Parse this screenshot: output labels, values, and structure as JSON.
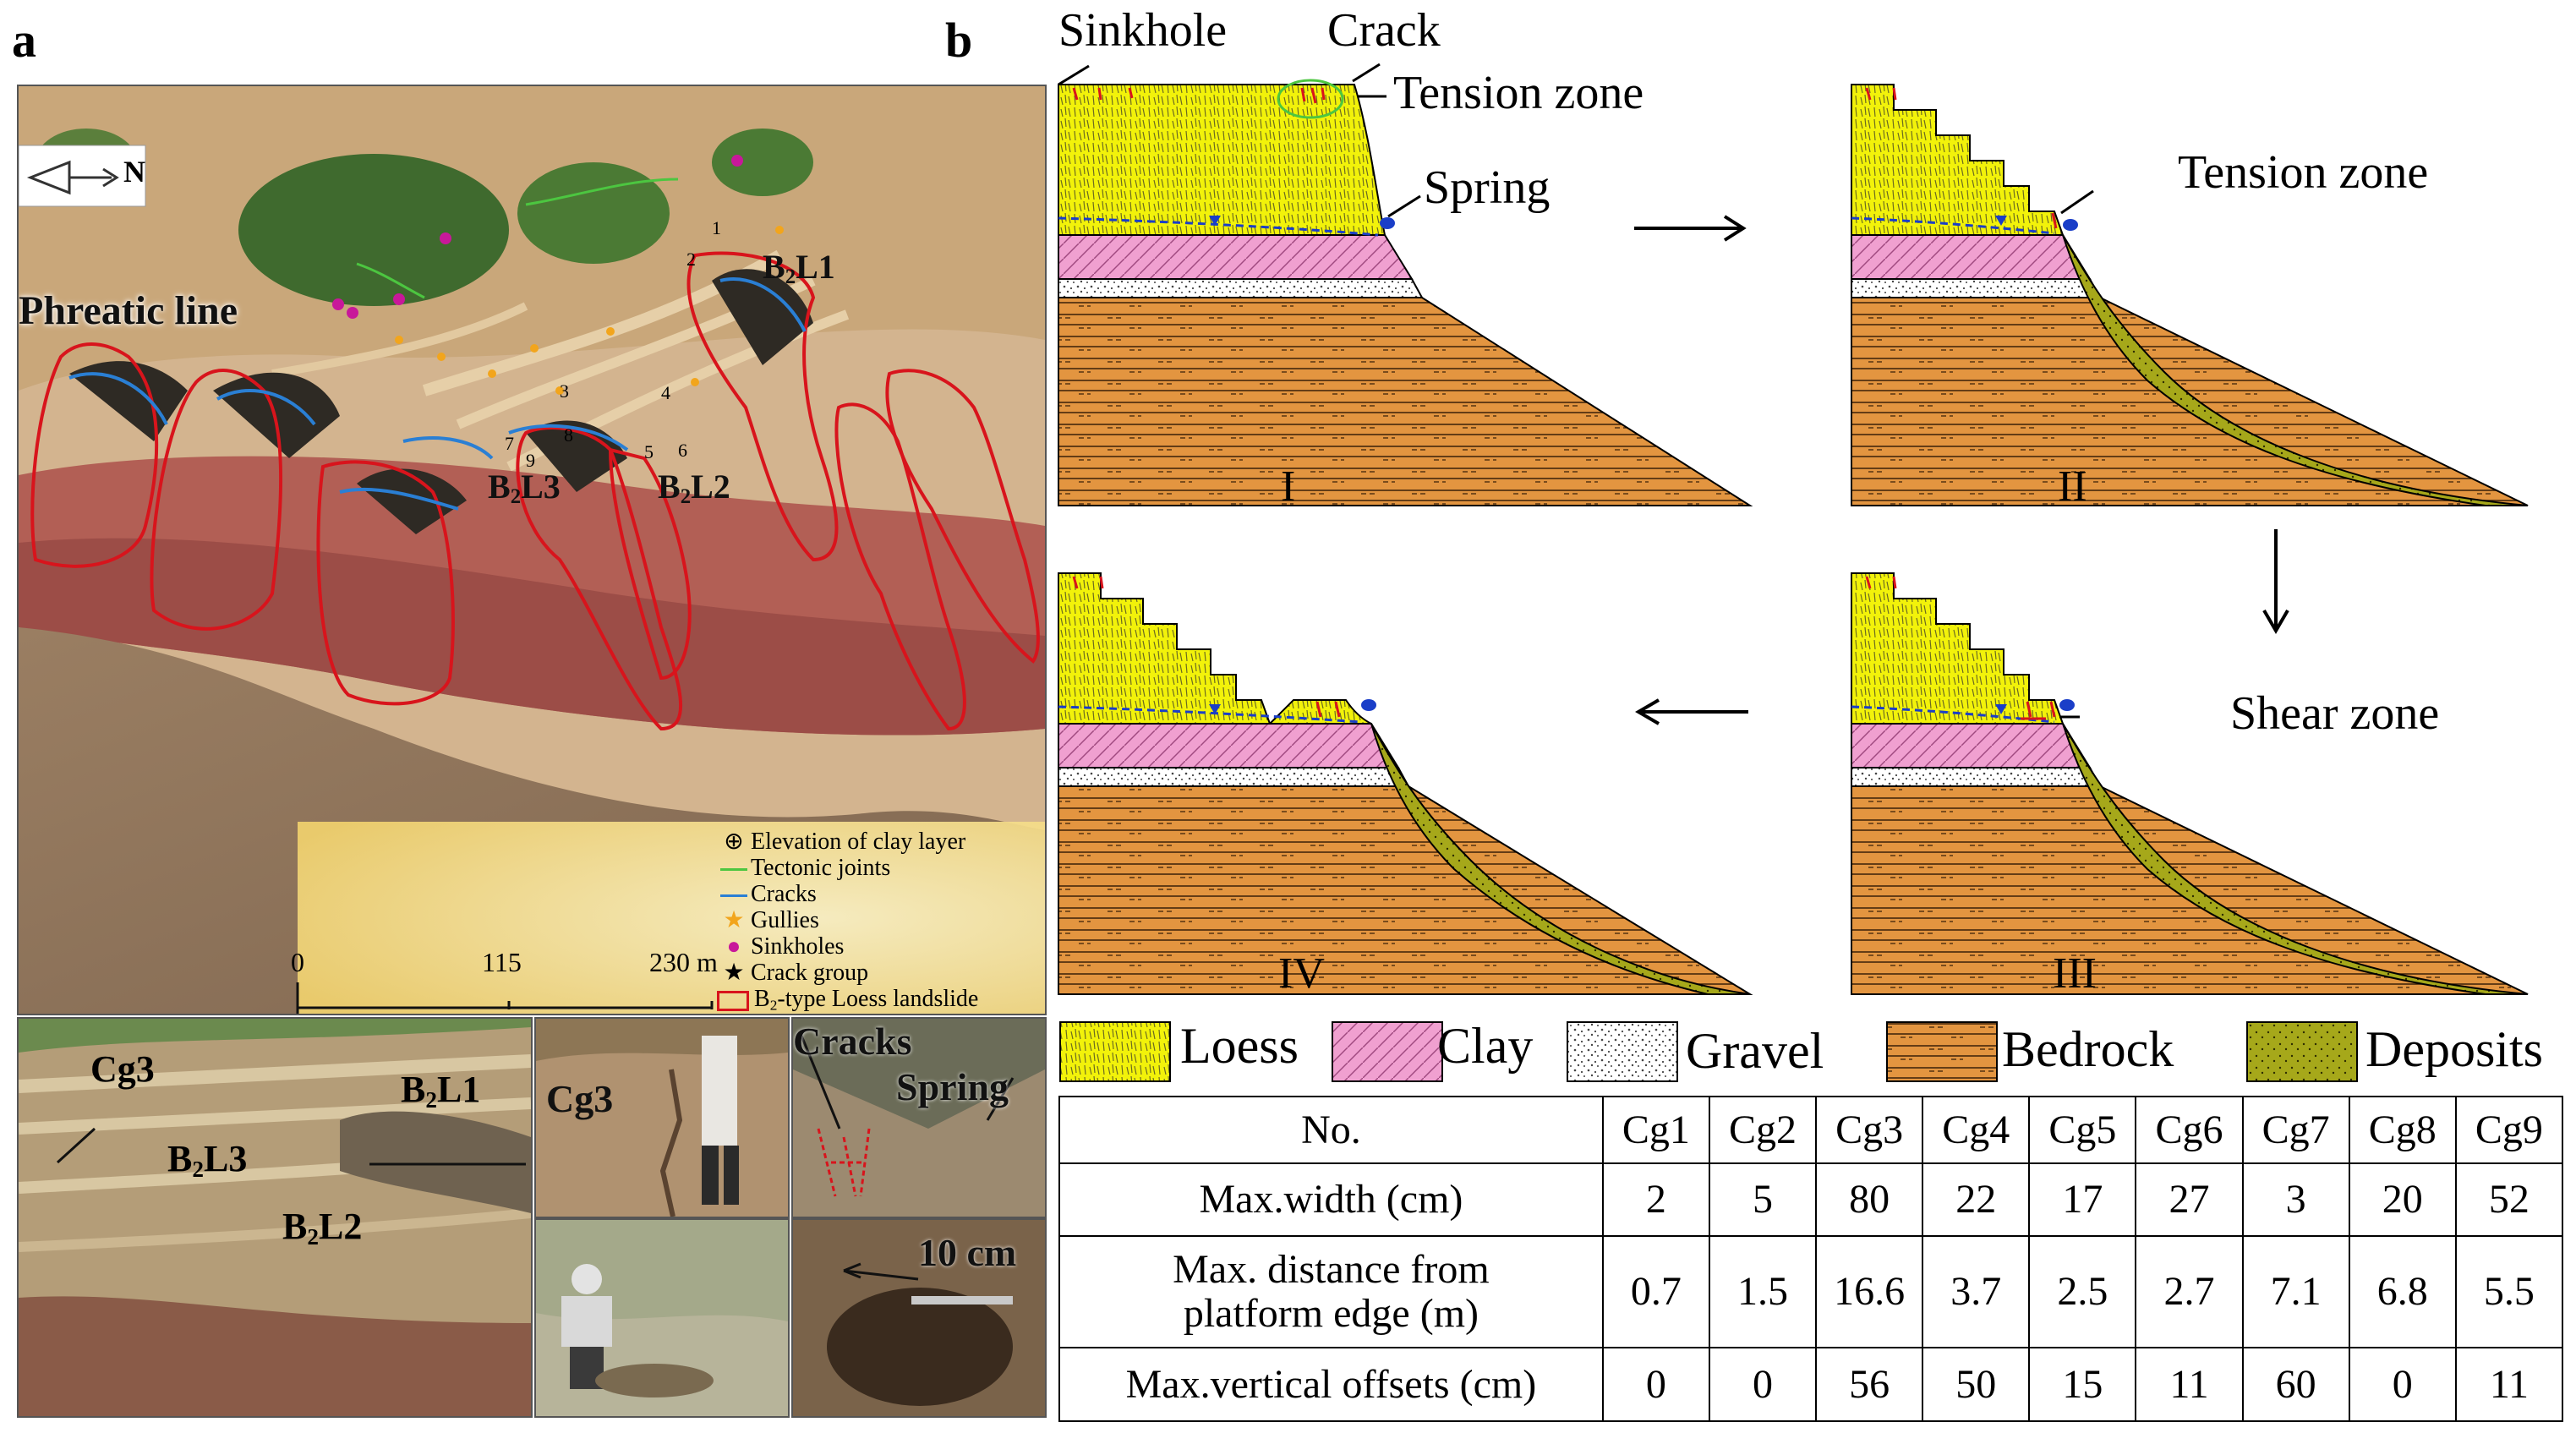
{
  "panel_a": {
    "letter": "a",
    "map_labels": {
      "phreatic_line": "Phreatic line",
      "b2l1": "B",
      "b2l1_sub": "2",
      "b2l1_rest": "L1",
      "b2l2": "B",
      "b2l2_sub": "2",
      "b2l2_rest": "L2",
      "b2l3": "B",
      "b2l3_sub": "2",
      "b2l3_rest": "L3",
      "north": "N",
      "crack_nums": [
        "1",
        "2",
        "3",
        "4",
        "5",
        "6",
        "7",
        "8",
        "9"
      ]
    },
    "legend": [
      {
        "symbol": "circle-cross",
        "label": "Elevation of clay layer"
      },
      {
        "symbol": "green-line",
        "label": "Tectonic joints"
      },
      {
        "symbol": "blue-line",
        "label": "Cracks"
      },
      {
        "symbol": "orange-star",
        "label": "Gullies"
      },
      {
        "symbol": "magenta-dot",
        "label": "Sinkholes"
      },
      {
        "symbol": "black-star",
        "label": "Crack group"
      },
      {
        "symbol": "red-box",
        "label": "B",
        "label_sub": "2",
        "label_rest": "-type Loess landslide"
      }
    ],
    "scale": {
      "ticks": [
        "0",
        "115",
        "230 m"
      ]
    },
    "photos": {
      "cg3_top": "Cg3",
      "b2l1": "B",
      "b2l3": "B",
      "b2l2": "B",
      "sub": "2",
      "l1": "L1",
      "l3": "L3",
      "l2": "L2",
      "cg3_photo": "Cg3",
      "cracks": "Cracks",
      "spring": "Spring",
      "ten_cm": "10 cm"
    }
  },
  "panel_b": {
    "letter": "b",
    "annotations": {
      "sinkhole": "Sinkhole",
      "crack": "Crack",
      "tension_zone_1": "Tension zone",
      "spring": "Spring",
      "tension_zone_2": "Tension zone",
      "shear_zone": "Shear zone"
    },
    "stages": [
      "I",
      "II",
      "III",
      "IV"
    ],
    "legend": [
      {
        "key": "loess",
        "label": "Loess",
        "color": "#f2f20a"
      },
      {
        "key": "clay",
        "label": "Clay",
        "color": "#f0a0d0"
      },
      {
        "key": "gravel",
        "label": "Gravel",
        "color": "#ffffff"
      },
      {
        "key": "bedrock",
        "label": "Bedrock",
        "color": "#e39540"
      },
      {
        "key": "deposits",
        "label": "Deposits",
        "color": "#a6a81a"
      }
    ]
  },
  "table": {
    "header": [
      "No.",
      "Cg1",
      "Cg2",
      "Cg3",
      "Cg4",
      "Cg5",
      "Cg6",
      "Cg7",
      "Cg8",
      "Cg9"
    ],
    "rows": [
      {
        "label": "Max.width (cm)",
        "values": [
          "2",
          "5",
          "80",
          "22",
          "17",
          "27",
          "3",
          "20",
          "52"
        ]
      },
      {
        "label": "Max. distance from platform edge (m)",
        "label_line1": "Max. distance from",
        "label_line2": "platform edge (m)",
        "values": [
          "0.7",
          "1.5",
          "16.6",
          "3.7",
          "2.5",
          "2.7",
          "7.1",
          "6.8",
          "5.5"
        ]
      },
      {
        "label": "Max.vertical offsets (cm)",
        "values": [
          "0",
          "0",
          "56",
          "50",
          "15",
          "11",
          "60",
          "0",
          "11"
        ]
      }
    ]
  },
  "colors": {
    "landslide_outline": "#d8141c",
    "crack_line": "#2a7fd4",
    "tectonic_joint": "#4cc640",
    "sinkhole": "#c8189a",
    "water_table": "#1a3ec8",
    "loess": "#f2f20a",
    "clay": "#f0a0d0",
    "bedrock": "#e39540",
    "deposits": "#a6a81a"
  }
}
